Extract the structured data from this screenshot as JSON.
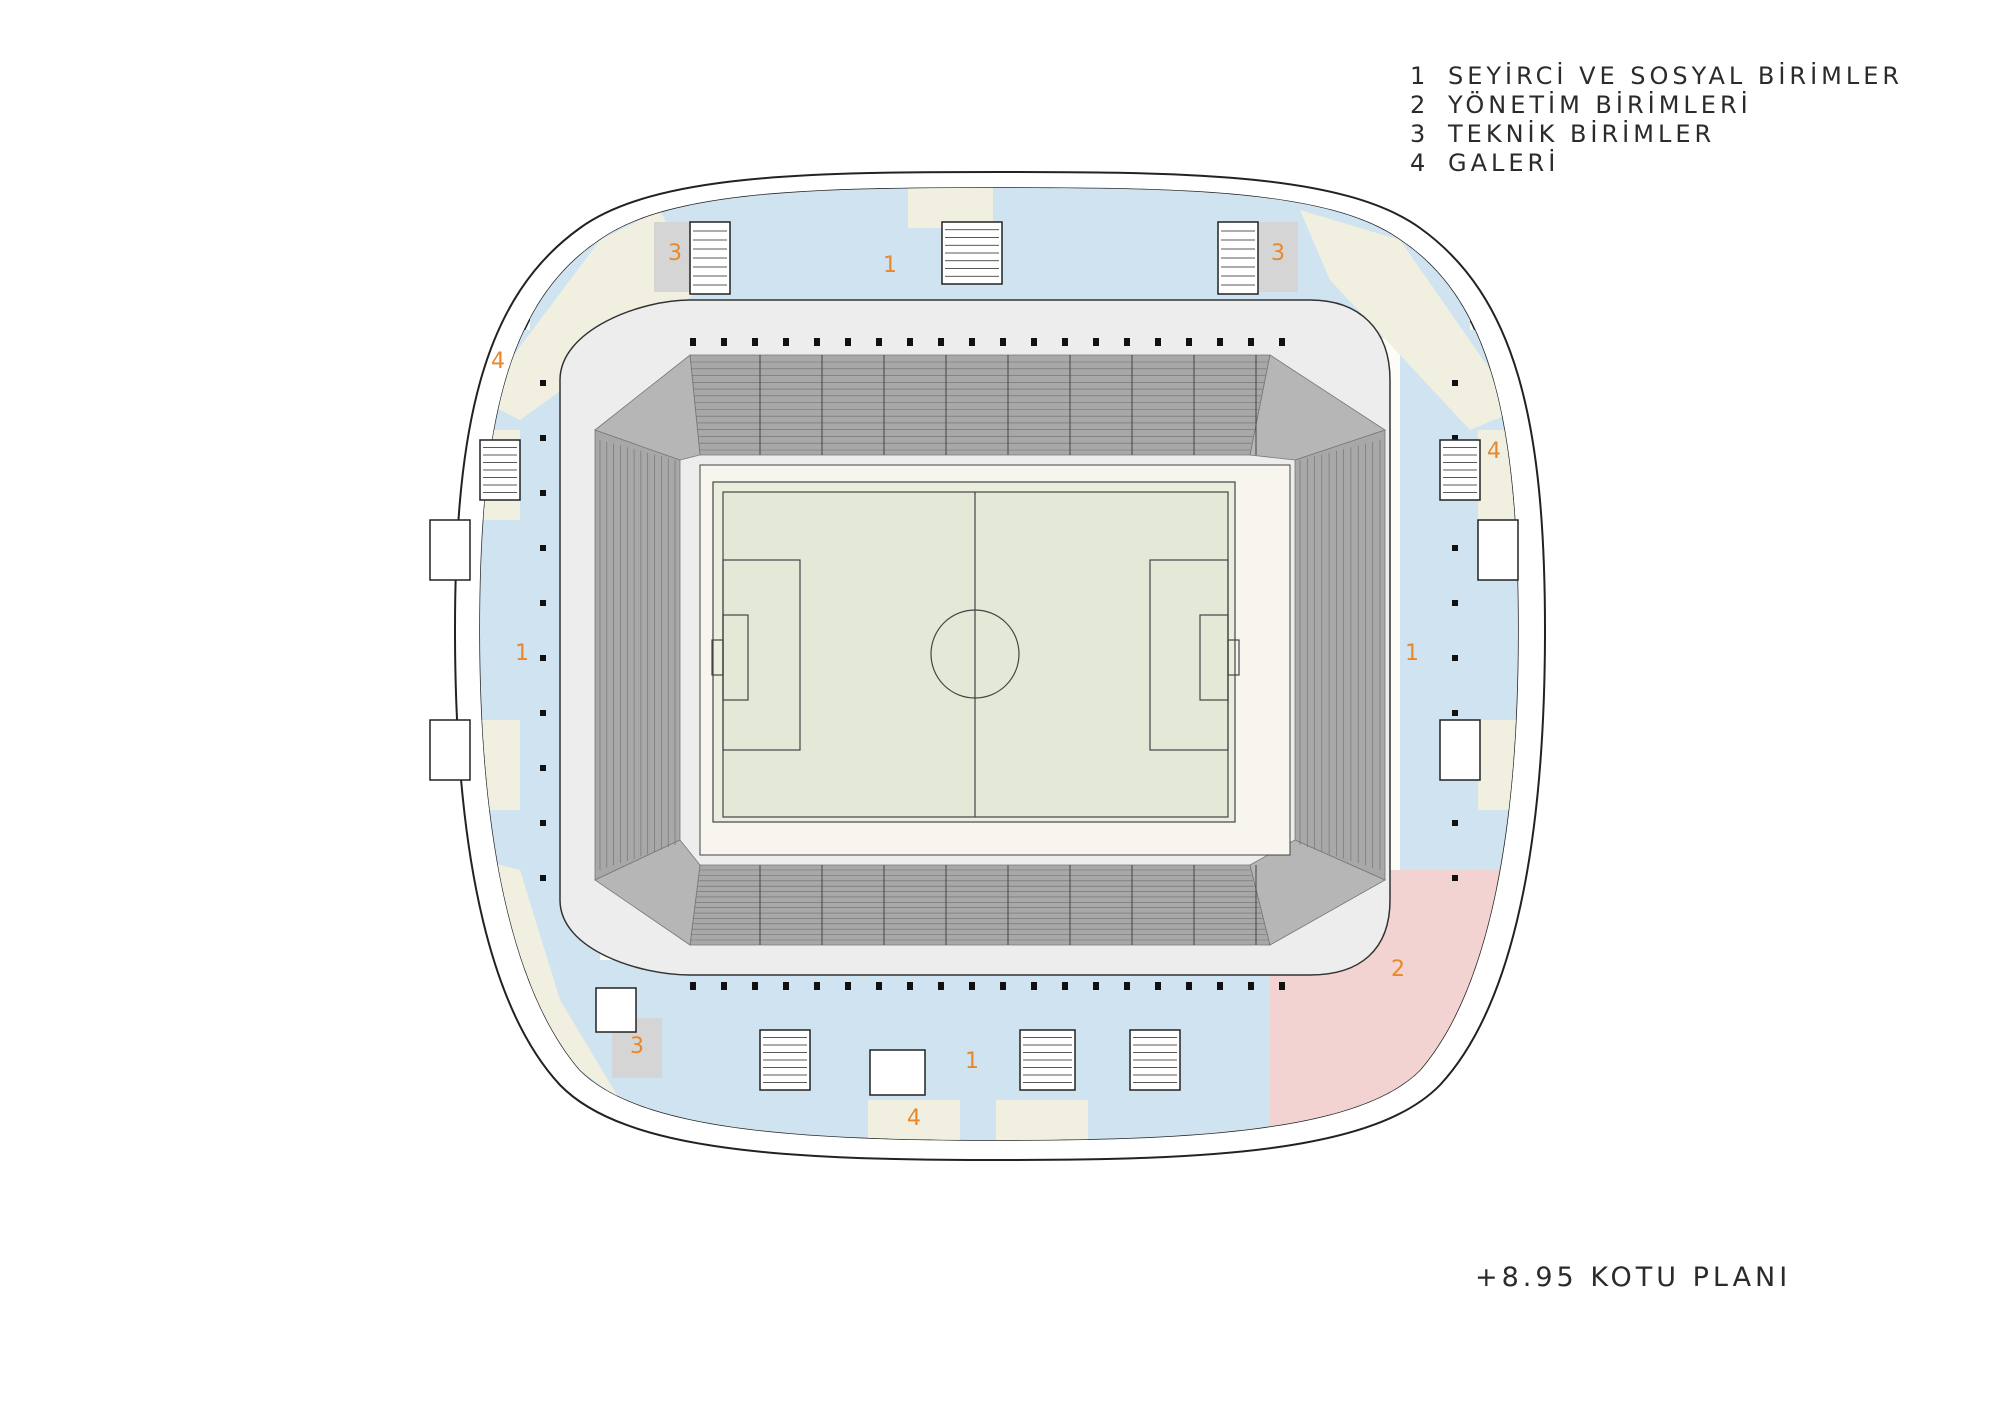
{
  "legend": {
    "items": [
      {
        "number": "1",
        "label": "SEYİRCİ VE SOSYAL BİRİMLER"
      },
      {
        "number": "2",
        "label": "YÖNETİM BİRİMLERİ"
      },
      {
        "number": "3",
        "label": "TEKNİK BİRİMLER"
      },
      {
        "number": "4",
        "label": "GALERİ"
      }
    ]
  },
  "plan_title": "+8.95 KOTU PLANI",
  "zone_labels": {
    "z1_north": "1",
    "z1_west": "1",
    "z1_east": "1",
    "z1_south": "1",
    "z2": "2",
    "z3_nw": "3",
    "z3_ne": "3",
    "z3_sw": "3",
    "z4_west": "4",
    "z4_east": "4",
    "z4_south": "4"
  },
  "colors": {
    "spectator_zone": "#cfe3f0",
    "management_zone": "#f3d3d2",
    "technical_zone": "#d5d5d5",
    "gallery_zone": "#f1f0e0",
    "label_accent": "#e8872c",
    "field": "#eaeedf",
    "field_margin": "#f8f4ee",
    "seating": "#9a9a9a"
  }
}
